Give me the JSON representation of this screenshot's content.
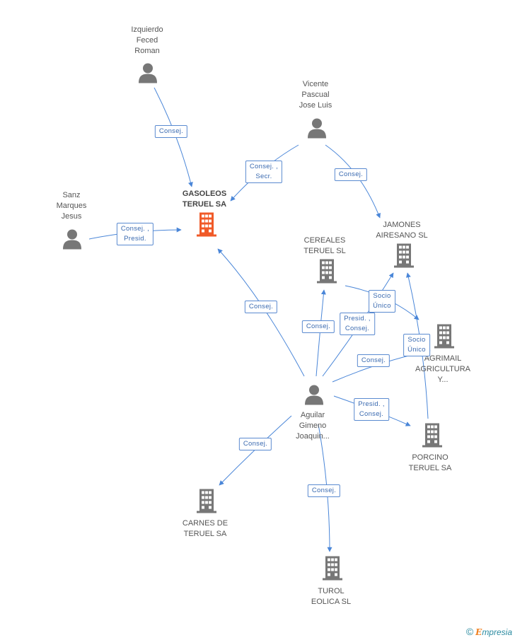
{
  "nodes": {
    "izquierdo": {
      "label": "Izquierdo\nFeced\nRoman",
      "type": "person"
    },
    "vicente": {
      "label": "Vicente\nPascual\nJose Luis",
      "type": "person"
    },
    "sanz": {
      "label": "Sanz\nMarques\nJesus",
      "type": "person"
    },
    "gasoleos": {
      "label": "GASOLEOS\nTERUEL SA",
      "type": "company-main"
    },
    "jamones": {
      "label": "JAMONES\nAIRESANO SL",
      "type": "company"
    },
    "cereales": {
      "label": "CEREALES\nTERUEL SL",
      "type": "company"
    },
    "agrimail": {
      "label": "AGRIMAIL\nAGRICULTURA\nY...",
      "type": "company"
    },
    "aguilar": {
      "label": "Aguilar\nGimeno\nJoaquin...",
      "type": "person"
    },
    "porcino": {
      "label": "PORCINO\nTERUEL SA",
      "type": "company"
    },
    "carnes": {
      "label": "CARNES DE\nTERUEL SA",
      "type": "company"
    },
    "turol": {
      "label": "TUROL\nEOLICA SL",
      "type": "company"
    }
  },
  "edges": {
    "izq_gas": "Consej.",
    "vic_gas": "Consej. ,\nSecr.",
    "vic_jam": "Consej.",
    "sanz_gas": "Consej. ,\nPresid.",
    "agu_gas": "Consej.",
    "agu_cer": "Consej.",
    "agu_jam": "Presid. ,\nConsej.",
    "cer_agr": "Socio\nÚnico",
    "por_jam": "Socio\nÚnico",
    "agu_agr": "Consej.",
    "agu_por": "Presid. ,\nConsej.",
    "agu_car": "Consej.",
    "agu_tur": "Consej."
  },
  "colors": {
    "edge": "#4a86d8",
    "person": "#777777",
    "company": "#777777",
    "company_main": "#f05a28"
  },
  "footer": {
    "copyright": "©",
    "brand_e": "E",
    "brand_rest": "mpresia"
  }
}
